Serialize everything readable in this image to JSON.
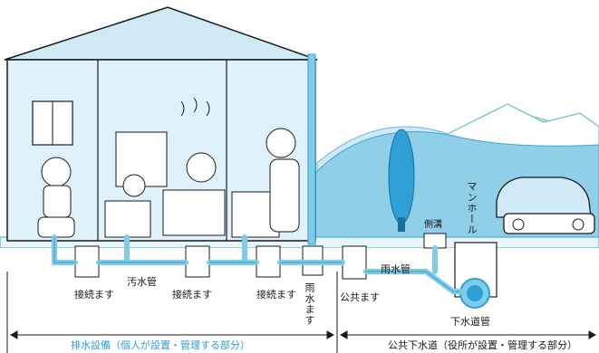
{
  "labels": {
    "setsuzoku_1": "接続ます",
    "osuikan": "汚水管",
    "setsuzoku_2": "接続ます",
    "setsuzoku_3": "接続ます",
    "usui_masu": "雨水ます",
    "kokyo_masu": "公共ます",
    "usuikan": "雨水管",
    "sokko": "側溝",
    "manhole": "マンホール",
    "gesuidokan": "下水道管"
  },
  "captions": {
    "left": "排水設備（個人が設置・管理する部分）",
    "right": "公共下水道（役所が設置・管理する部分）"
  },
  "colors": {
    "pipe": "#7fcbea",
    "pipe_dark": "#2f9fd6",
    "house": "#dff2fb",
    "roof": "#cfe9f6",
    "mountain": "#8fcfe8",
    "ground": "#e8f6fc",
    "caption_left": "#2f9fd6"
  }
}
